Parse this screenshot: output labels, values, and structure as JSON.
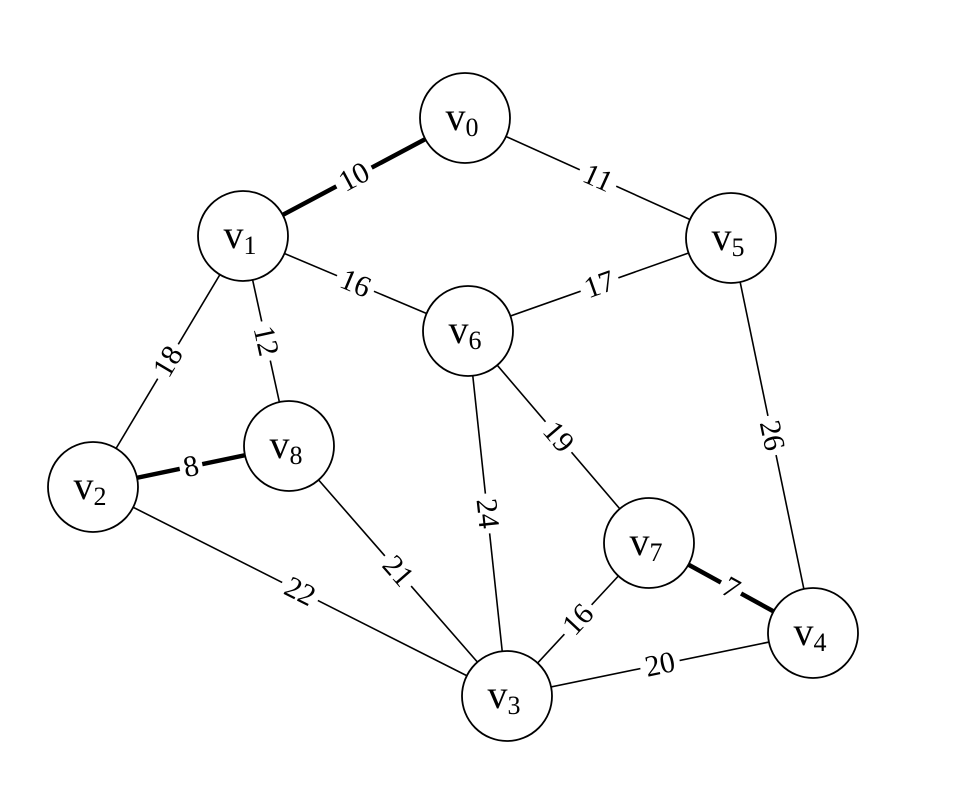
{
  "nodes": [
    {
      "id": "v0",
      "letter": "v",
      "index": "0"
    },
    {
      "id": "v1",
      "letter": "v",
      "index": "1"
    },
    {
      "id": "v2",
      "letter": "v",
      "index": "2"
    },
    {
      "id": "v3",
      "letter": "v",
      "index": "3"
    },
    {
      "id": "v4",
      "letter": "v",
      "index": "4"
    },
    {
      "id": "v5",
      "letter": "v",
      "index": "5"
    },
    {
      "id": "v6",
      "letter": "v",
      "index": "6"
    },
    {
      "id": "v7",
      "letter": "v",
      "index": "7"
    },
    {
      "id": "v8",
      "letter": "v",
      "index": "8"
    }
  ],
  "edges": [
    {
      "from": "v0",
      "to": "v1",
      "weight": "10",
      "highlighted": true
    },
    {
      "from": "v0",
      "to": "v5",
      "weight": "11",
      "highlighted": false
    },
    {
      "from": "v1",
      "to": "v6",
      "weight": "16",
      "highlighted": false
    },
    {
      "from": "v5",
      "to": "v6",
      "weight": "17",
      "highlighted": false
    },
    {
      "from": "v1",
      "to": "v2",
      "weight": "18",
      "highlighted": false
    },
    {
      "from": "v1",
      "to": "v8",
      "weight": "12",
      "highlighted": false
    },
    {
      "from": "v2",
      "to": "v8",
      "weight": "8",
      "highlighted": true
    },
    {
      "from": "v2",
      "to": "v3",
      "weight": "22",
      "highlighted": false
    },
    {
      "from": "v8",
      "to": "v3",
      "weight": "21",
      "highlighted": false
    },
    {
      "from": "v6",
      "to": "v3",
      "weight": "24",
      "highlighted": false
    },
    {
      "from": "v6",
      "to": "v7",
      "weight": "19",
      "highlighted": false
    },
    {
      "from": "v5",
      "to": "v4",
      "weight": "26",
      "highlighted": false
    },
    {
      "from": "v7",
      "to": "v4",
      "weight": "7",
      "highlighted": true
    },
    {
      "from": "v7",
      "to": "v3",
      "weight": "16",
      "highlighted": false
    },
    {
      "from": "v3",
      "to": "v4",
      "weight": "20",
      "highlighted": false
    }
  ]
}
